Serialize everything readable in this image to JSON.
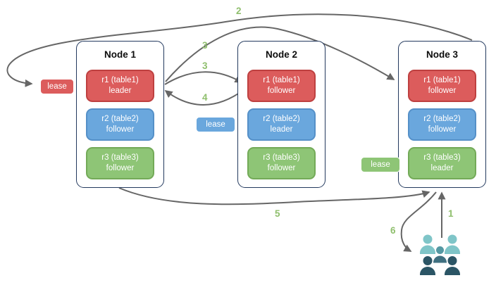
{
  "nodes": [
    {
      "title": "Node 1",
      "replicas": [
        {
          "name": "r1 (table1)",
          "role": "leader"
        },
        {
          "name": "r2 (table2)",
          "role": "follower"
        },
        {
          "name": "r3 (table3)",
          "role": "follower"
        }
      ]
    },
    {
      "title": "Node 2",
      "replicas": [
        {
          "name": "r1 (table1)",
          "role": "follower"
        },
        {
          "name": "r2 (table2)",
          "role": "leader"
        },
        {
          "name": "r3 (table3)",
          "role": "follower"
        }
      ]
    },
    {
      "title": "Node 3",
      "replicas": [
        {
          "name": "r1 (table1)",
          "role": "follower"
        },
        {
          "name": "r2 (table2)",
          "role": "follower"
        },
        {
          "name": "r3 (table3)",
          "role": "leader"
        }
      ]
    }
  ],
  "leases": [
    {
      "label": "lease",
      "table": "table1",
      "color": "#dc5c5c"
    },
    {
      "label": "lease",
      "table": "table2",
      "color": "#6aa7dd"
    },
    {
      "label": "lease",
      "table": "table3",
      "color": "#8ec576"
    }
  ],
  "flows": [
    {
      "step": "1",
      "from": "users",
      "to": "node3"
    },
    {
      "step": "2",
      "from": "node3",
      "to": "lease-table1-near-node1"
    },
    {
      "step": "3",
      "from": "node1-r1-leader",
      "to": "node3-r1-follower"
    },
    {
      "step": "3",
      "from": "node1-r1-leader",
      "to": "node2-r1-follower"
    },
    {
      "step": "4",
      "from": "node2-r1-follower",
      "to": "node1-r1-leader"
    },
    {
      "step": "5",
      "from": "node1",
      "to": "node3"
    },
    {
      "step": "6",
      "from": "node3",
      "to": "users"
    }
  ],
  "colors": {
    "red_fill": "#dc5c5c",
    "red_border": "#be4040",
    "blue_fill": "#6aa7dd",
    "blue_border": "#5590c8",
    "green_fill": "#8ec576",
    "green_border": "#73aa58",
    "node_border": "#23395e",
    "arrow": "#666666",
    "step_label": "#8fbf6d",
    "users_light": "#7fc5c8",
    "users_mid_head": "#5599a3",
    "users_mid_body": "#3f7080",
    "users_dark": "#2b5565"
  }
}
